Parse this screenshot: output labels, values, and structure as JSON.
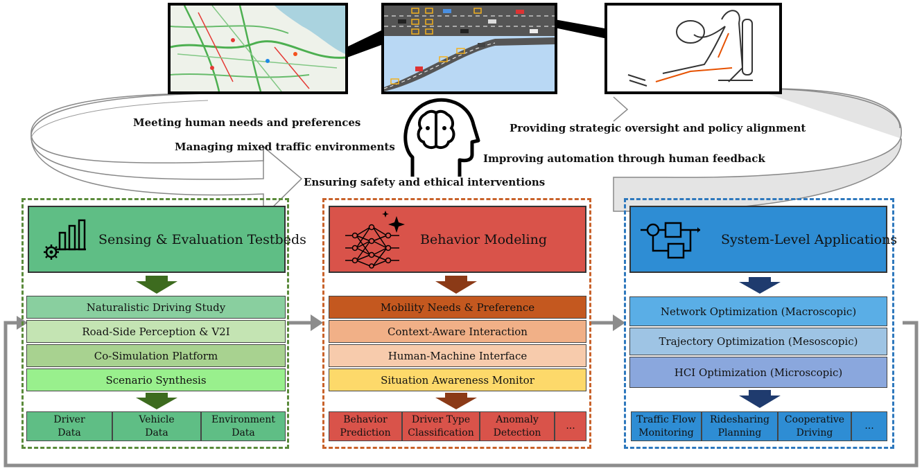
{
  "labels": {
    "l1": "Meeting human needs and preferences",
    "l2": "Managing mixed traffic environments",
    "l3": "Ensuring safety and ethical interventions",
    "l4": "Providing strategic oversight and policy alignment",
    "l5": "Improving automation through human feedback"
  },
  "panels": {
    "left": {
      "title": "Sensing & Evaluation Testbeds",
      "items": [
        "Naturalistic Driving Study",
        "Road-Side Perception & V2I",
        "Co-Simulation Platform",
        "Scenario Synthesis"
      ],
      "outputs": [
        "Driver\nData",
        "Vehicle\nData",
        "Environment\nData"
      ]
    },
    "middle": {
      "title": "Behavior Modeling",
      "items": [
        "Mobility Needs & Preference",
        "Context-Aware Interaction",
        "Human-Machine Interface",
        "Situation Awareness Monitor"
      ],
      "outputs": [
        "Behavior\nPrediction",
        "Driver Type\nClassification",
        "Anomaly\nDetection",
        "..."
      ]
    },
    "right": {
      "title": "System-Level Applications",
      "items": [
        "Network Optimization (Macroscopic)",
        "Trajectory Optimization (Mesoscopic)",
        "HCI Optimization (Microscopic)"
      ],
      "outputs": [
        "Traffic Flow\nMonitoring",
        "Ridesharing\nPlanning",
        "Cooperative\nDriving",
        "..."
      ]
    }
  },
  "icons": {
    "testbed": "bar-chart-gear-icon",
    "behavior": "neural-network-sparkle-icon",
    "system": "block-diagram-icon",
    "brain": "head-brain-icon"
  },
  "colors": {
    "left_frame": "#5a8a3a",
    "mid_frame": "#c8622a",
    "right_frame": "#2e78bd",
    "left_head": "#5fbe85",
    "mid_head": "#d9534a",
    "right_head": "#2e8dd4"
  }
}
